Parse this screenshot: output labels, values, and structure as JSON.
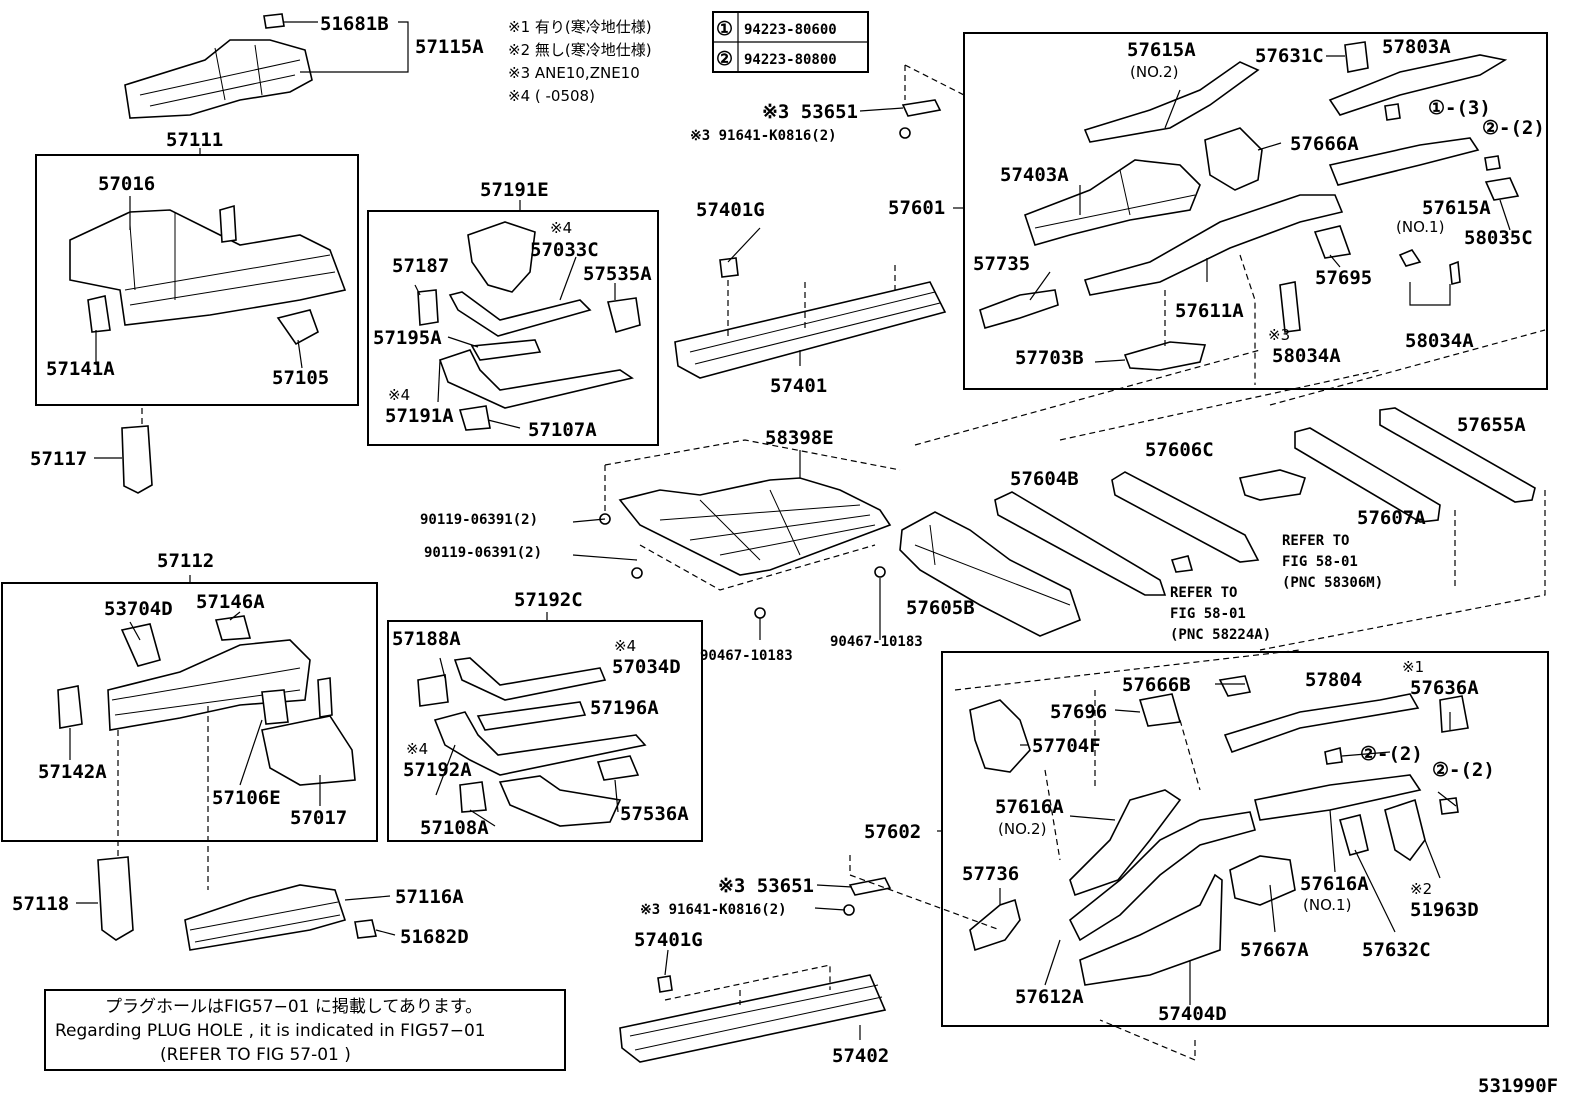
{
  "labels": {
    "p51681B": "51681B",
    "p57115A": "57115A",
    "p57111": "57111",
    "p57016": "57016",
    "p57141A": "57141A",
    "p57105": "57105",
    "p57117": "57117",
    "p57191E": "57191E",
    "x4a": "※4",
    "p57033C": "57033C",
    "p57187": "57187",
    "p57535A": "57535A",
    "p57195A": "57195A",
    "x4b": "※4",
    "p57191A": "57191A",
    "p57107A": "57107A",
    "p57112": "57112",
    "p53704D": "53704D",
    "p57146A": "57146A",
    "p57142A": "57142A",
    "p57106E": "57106E",
    "p57017": "57017",
    "p57118": "57118",
    "p57116A": "57116A",
    "p51682D": "51682D",
    "p57192C": "57192C",
    "p57188A": "57188A",
    "x4c": "※4",
    "p57034D": "57034D",
    "p57196A": "57196A",
    "x4d": "※4",
    "p57192A": "57192A",
    "p57108A": "57108A",
    "p57536A": "57536A",
    "p53651a": "※3 53651",
    "p91641a": "※3 91641-K0816(2)",
    "p57401G": "57401G",
    "p57401": "57401",
    "p58398E": "58398E",
    "p90119a": "90119-06391(2)",
    "p90119b": "90119-06391(2)",
    "p90467a": "90467-10183",
    "p90467b": "90467-10183",
    "p57601": "57601",
    "p57615A2": "57615A",
    "no2a": "(NO.2)",
    "p57631C": "57631C",
    "p57803A": "57803A",
    "c1_3": "①-(3)",
    "c2_2a": "②-(2)",
    "p57666A": "57666A",
    "p57403A": "57403A",
    "p57615A1": "57615A",
    "no1a": "(NO.1)",
    "p58035C": "58035C",
    "p57735": "57735",
    "p57695": "57695",
    "p57611A": "57611A",
    "x3c": "※3",
    "p58034Aa": "58034A",
    "p58034Ab": "58034A",
    "p57703B": "57703B",
    "p57655A": "57655A",
    "p57606C": "57606C",
    "p57604B": "57604B",
    "p57607A": "57607A",
    "ref1a": "REFER TO",
    "ref1b": "FIG 58-01",
    "ref1c": "(PNC 58306M)",
    "ref2a": "REFER TO",
    "ref2b": "FIG 58-01",
    "ref2c": "(PNC 58224A)",
    "p57605B": "57605B",
    "p57602": "57602",
    "x1": "※1",
    "p57666B": "57666B",
    "p57804": "57804",
    "p57636A": "57636A",
    "p57696": "57696",
    "p57704F": "57704F",
    "c2_2b": "②-(2)",
    "c2_2c": "②-(2)",
    "p57616A2": "57616A",
    "no2b": "(NO.2)",
    "p57736": "57736",
    "p57616A1": "57616A",
    "no1b": "(NO.1)",
    "x2": "※2",
    "p51963D": "51963D",
    "p57667A": "57667A",
    "p57632C": "57632C",
    "p57612A": "57612A",
    "p57404D": "57404D",
    "p53651b": "※3 53651",
    "p91641b": "※3 91641-K0816(2)",
    "p57401Gb": "57401G",
    "p57402": "57402",
    "fig": "531990F"
  },
  "notes": {
    "n1": "※1 有り(寒冷地仕様)",
    "n2": "※2 無し(寒冷地仕様)",
    "n3": "※3 ANE10,ZNE10",
    "n4": "※4 (          -0508)"
  },
  "bolts": {
    "b1_num": "①",
    "b1_part": "94223-80600",
    "b2_num": "②",
    "b2_part": "94223-80800"
  },
  "footer": {
    "line1": "プラグホールはFIG57−01 に掲載してあります。",
    "line2": "Regarding PLUG HOLE , it is indicated in FIG57−01",
    "line3": "(REFER TO FIG  57-01   )"
  }
}
